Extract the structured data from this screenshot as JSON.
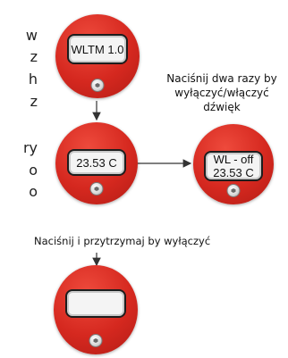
{
  "side_text_fragments": [
    "w",
    "z",
    "h",
    "z",
    "ry",
    "o",
    "o"
  ],
  "devices": [
    {
      "screen_lines": [
        "WLTM 1.0"
      ]
    },
    {
      "screen_lines": [
        "23.53 C"
      ]
    },
    {
      "screen_lines": [
        "WL - off",
        "23.53 C"
      ]
    },
    {
      "screen_lines": []
    }
  ],
  "labels": {
    "double_press": [
      "Naciśnij dwa razy by",
      "wyłączyć/włączyć",
      "dźwięk"
    ],
    "press_hold": "Naciśnij i przytrzymaj by wyłączyć"
  },
  "colors": {
    "device_red": "#d5281f",
    "screen_bg": "#f4f4f4",
    "arrow": "#333333"
  }
}
